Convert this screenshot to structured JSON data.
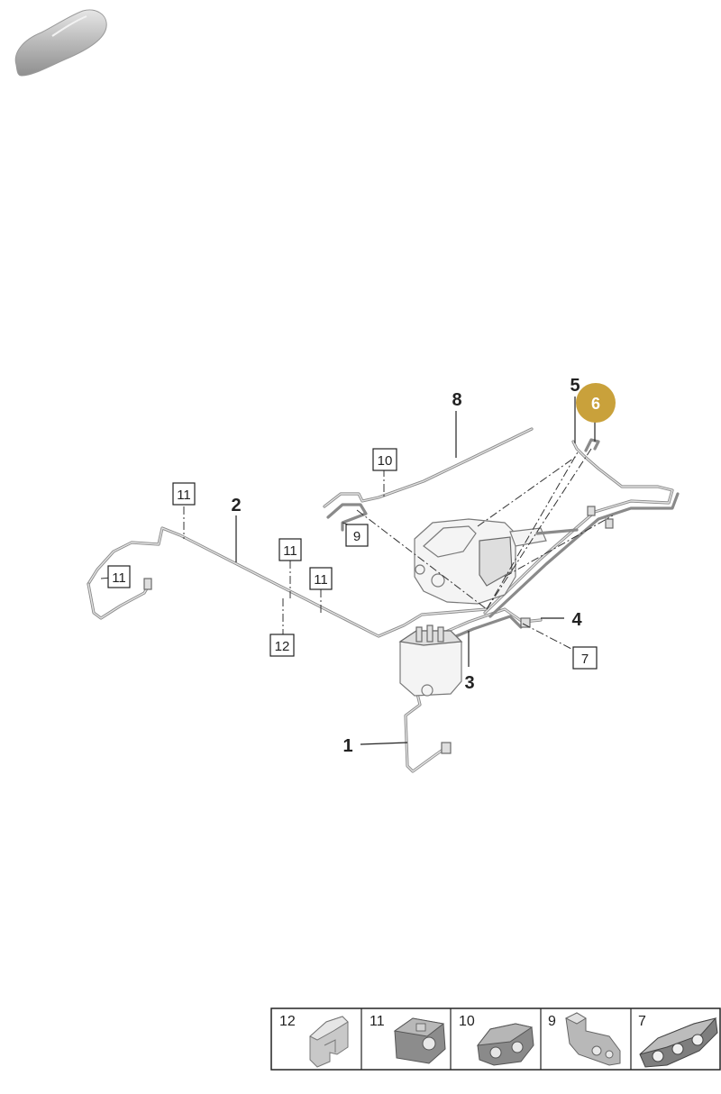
{
  "diagram": {
    "callouts": [
      "1",
      "2",
      "3",
      "4",
      "5",
      "8"
    ],
    "boxed_callouts": [
      "11",
      "11",
      "11",
      "11",
      "10",
      "9",
      "12",
      "7"
    ],
    "highlighted_callout": {
      "label": "6",
      "color": "#c9a13b"
    },
    "legend": [
      "12",
      "11",
      "10",
      "9",
      "7"
    ],
    "icons": [
      "car-silhouette-icon"
    ]
  }
}
